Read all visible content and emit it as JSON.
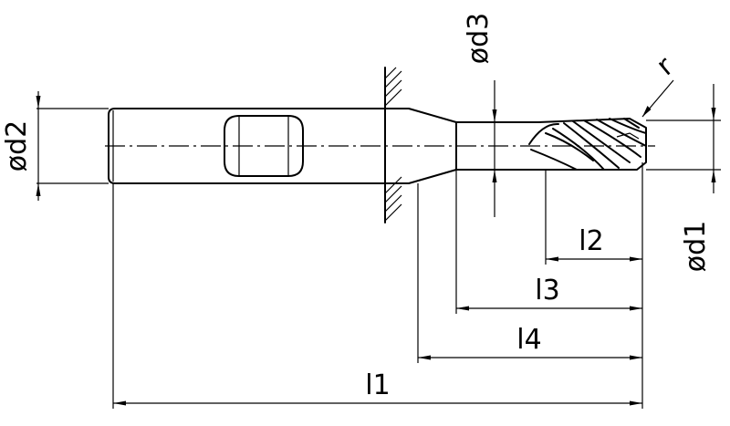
{
  "labels": {
    "d2": "ød2",
    "d3": "ød3",
    "d1": "ød1",
    "r": "r",
    "l1": "l1",
    "l2": "l2",
    "l3": "l3",
    "l4": "l4"
  }
}
